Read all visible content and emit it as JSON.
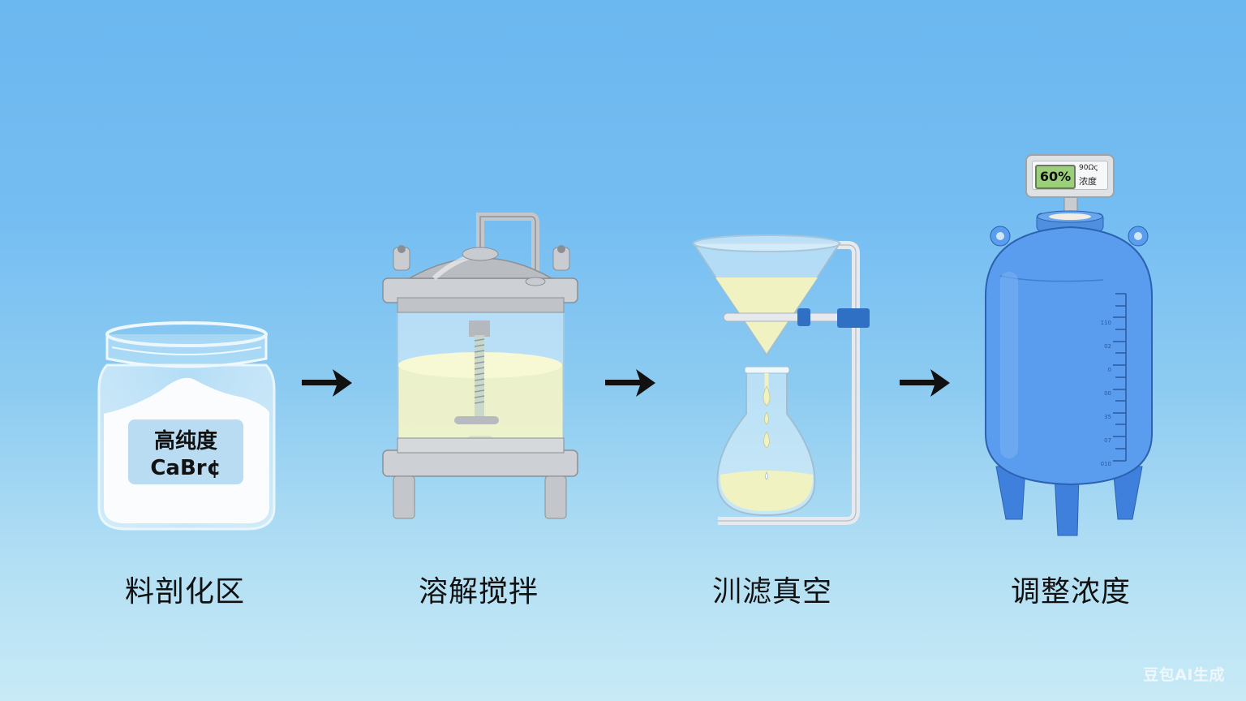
{
  "diagram": {
    "type": "process-flow",
    "steps": [
      {
        "id": 1,
        "label": "料剖化区",
        "illustration": "glass-jar-with-white-powder",
        "jar_label": {
          "line1": "高纯度",
          "line2": "CaBr¢"
        }
      },
      {
        "id": 2,
        "label": "溶解搅拌",
        "illustration": "stainless-reactor-with-stirrer"
      },
      {
        "id": 3,
        "label": "汌滤真空",
        "illustration": "funnel-and-flask-on-stand"
      },
      {
        "id": 4,
        "label": "调整浓度",
        "illustration": "blue-tank-with-gauge",
        "gauge": {
          "value": "60%",
          "side_line1": "90Ως",
          "side_line2": "浓度"
        },
        "scale_marks": [
          "110",
          "02",
          "0",
          "00",
          "35",
          "07",
          "010"
        ]
      }
    ],
    "arrows": [
      "arrow-right",
      "arrow-right",
      "arrow-right"
    ]
  },
  "watermark": "豆包AI生成",
  "colors": {
    "bg_top": "#6bb7ef",
    "bg_bottom": "#c8eaf6",
    "liquid": "#f3f2c4",
    "tank_blue": "#5a9ced",
    "steel": "#c9ccd0",
    "clamp_blue": "#2f6fc4",
    "gauge_green": "#9ccf7a"
  }
}
